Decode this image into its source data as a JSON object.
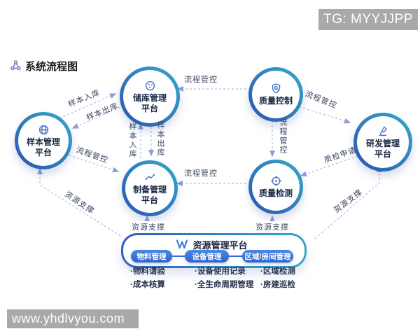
{
  "badges": {
    "tg": "TG: MYYJJPP",
    "watermark": "www.yhdlvyou.com"
  },
  "title": "系统流程图",
  "colors": {
    "circle_gradient_start": "#35aacb",
    "circle_gradient_end": "#2b53b0",
    "pill_blue": "#3a6fd8",
    "dashed_line": "#bdc6da",
    "arrowhead": "#8d9ed9",
    "badge_gray": "#a9a9a9"
  },
  "nodes": {
    "sample": {
      "line1": "样本管理",
      "line2": "平台",
      "icon": "globe-icon"
    },
    "storage": {
      "line1": "储库管理",
      "line2": "平台",
      "icon": "dish-icon"
    },
    "qc": {
      "line1": "质量控制",
      "line2": "",
      "icon": "shield-search-icon"
    },
    "prep": {
      "line1": "制备管理",
      "line2": "平台",
      "icon": "trend-icon"
    },
    "qt": {
      "line1": "质量检测",
      "line2": "",
      "icon": "target-icon"
    },
    "rd": {
      "line1": "研发管理",
      "line2": "平台",
      "icon": "microscope-icon"
    }
  },
  "edges": {
    "qc_to_storage": "流程管控",
    "qc_to_rd": "流程管控",
    "qc_to_qt": "流程管控",
    "rd_to_qt": "质检申请",
    "qt_to_prep": "流程管控",
    "sample_to_storage": "样本入库",
    "storage_to_sample": "样本出库",
    "prep_to_storage": "样本入库",
    "storage_to_prep": "样本出库",
    "sample_to_prep": "流程管控",
    "res_to_sample": "资源支撑",
    "res_to_prep": "资源支撑",
    "res_to_qt": "资源支撑",
    "res_to_rd": "资源支撑"
  },
  "resource": {
    "title": "资源管理平台",
    "groups": [
      {
        "pill": "物料管理",
        "items": [
          "·物料请验",
          "·成本核算"
        ]
      },
      {
        "pill": "设备管理",
        "items": [
          "·设备使用记录",
          "·全生命周期管理"
        ]
      },
      {
        "pill": "区域/房间管理",
        "items": [
          "·区域检测",
          "·房建巡检"
        ]
      }
    ]
  }
}
